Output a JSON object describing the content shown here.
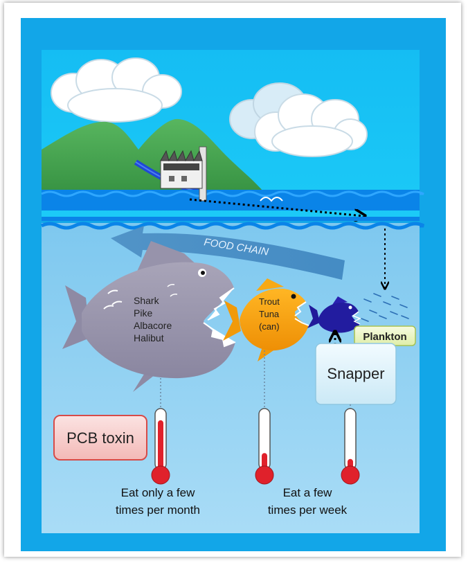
{
  "food_chain_label": "FOOD CHAIN",
  "large_fish": {
    "names": [
      "Shark",
      "Pike",
      "Albacore",
      "Halibut"
    ]
  },
  "medium_fish": {
    "names": [
      "Trout",
      "Tuna",
      "(can)"
    ]
  },
  "plankton_label": "Plankton",
  "snapper_label": "Snapper",
  "toxin_label": "PCB toxin",
  "advice_large": [
    "Eat only a few",
    "times per month"
  ],
  "advice_medium": [
    "Eat a few",
    "times per week"
  ],
  "thermometer_levels": [
    0.85,
    0.3,
    0.2
  ],
  "colors": {
    "border_blue": "#12a6e8",
    "sky": "#17c2f5",
    "water": "#9cd6f3",
    "mountain": "#3f9e4a",
    "big_fish": "#9b97ac",
    "orange_fish": "#f5a20e",
    "small_fish": "#211a9a",
    "mercury": "#e0212b",
    "toxin_box": "#f8d3d2",
    "snapper_box": "#dff2fa",
    "plankton_box": "#eef6c9"
  }
}
